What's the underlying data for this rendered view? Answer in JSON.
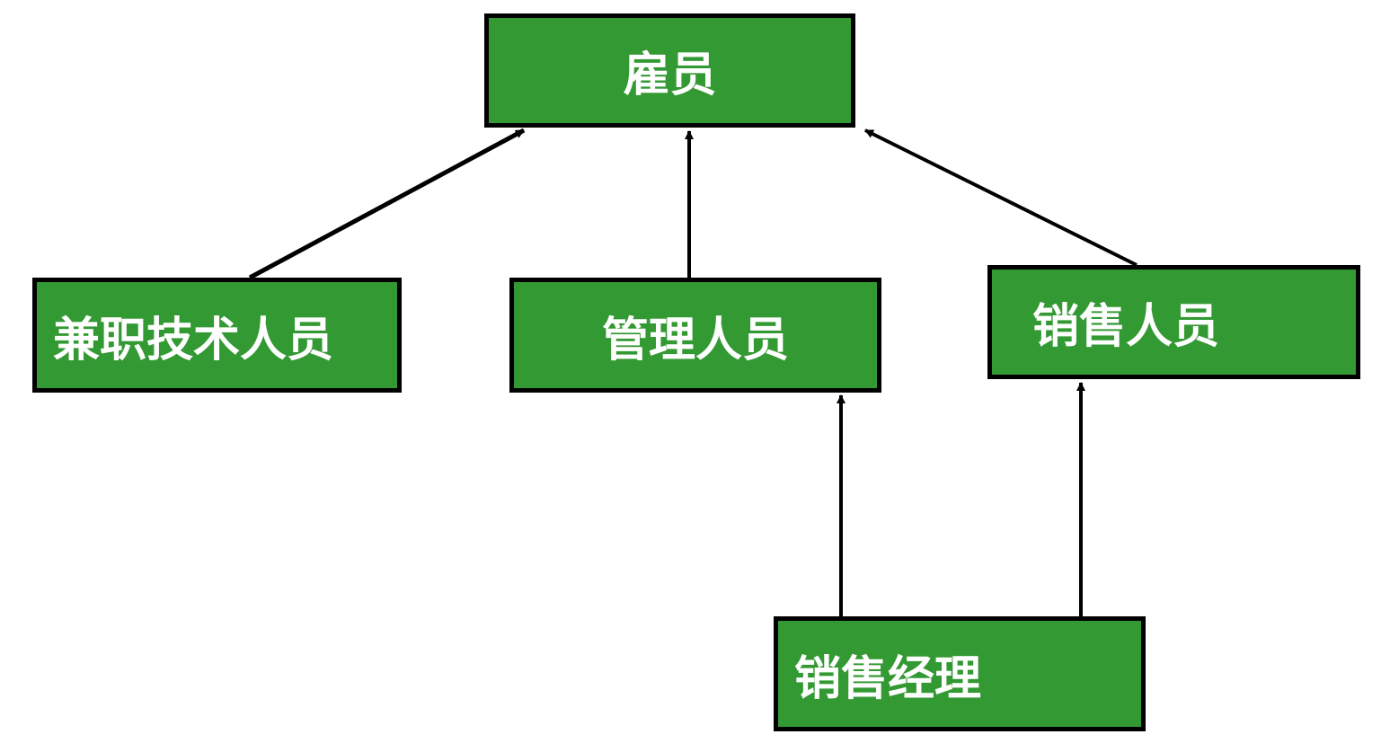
{
  "colors": {
    "box_fill": "#339933",
    "box_border": "#000000",
    "text": "#ffffff",
    "edge": "#000000"
  },
  "nodes": {
    "employee": "雇员",
    "part_time_technician": "兼职技术人员",
    "manager": "管理人员",
    "salesperson": "销售人员",
    "sales_manager": "销售经理"
  },
  "edges": [
    {
      "from": "part_time_technician",
      "to": "employee"
    },
    {
      "from": "manager",
      "to": "employee"
    },
    {
      "from": "salesperson",
      "to": "employee"
    },
    {
      "from": "sales_manager",
      "to": "manager"
    },
    {
      "from": "sales_manager",
      "to": "salesperson"
    }
  ]
}
